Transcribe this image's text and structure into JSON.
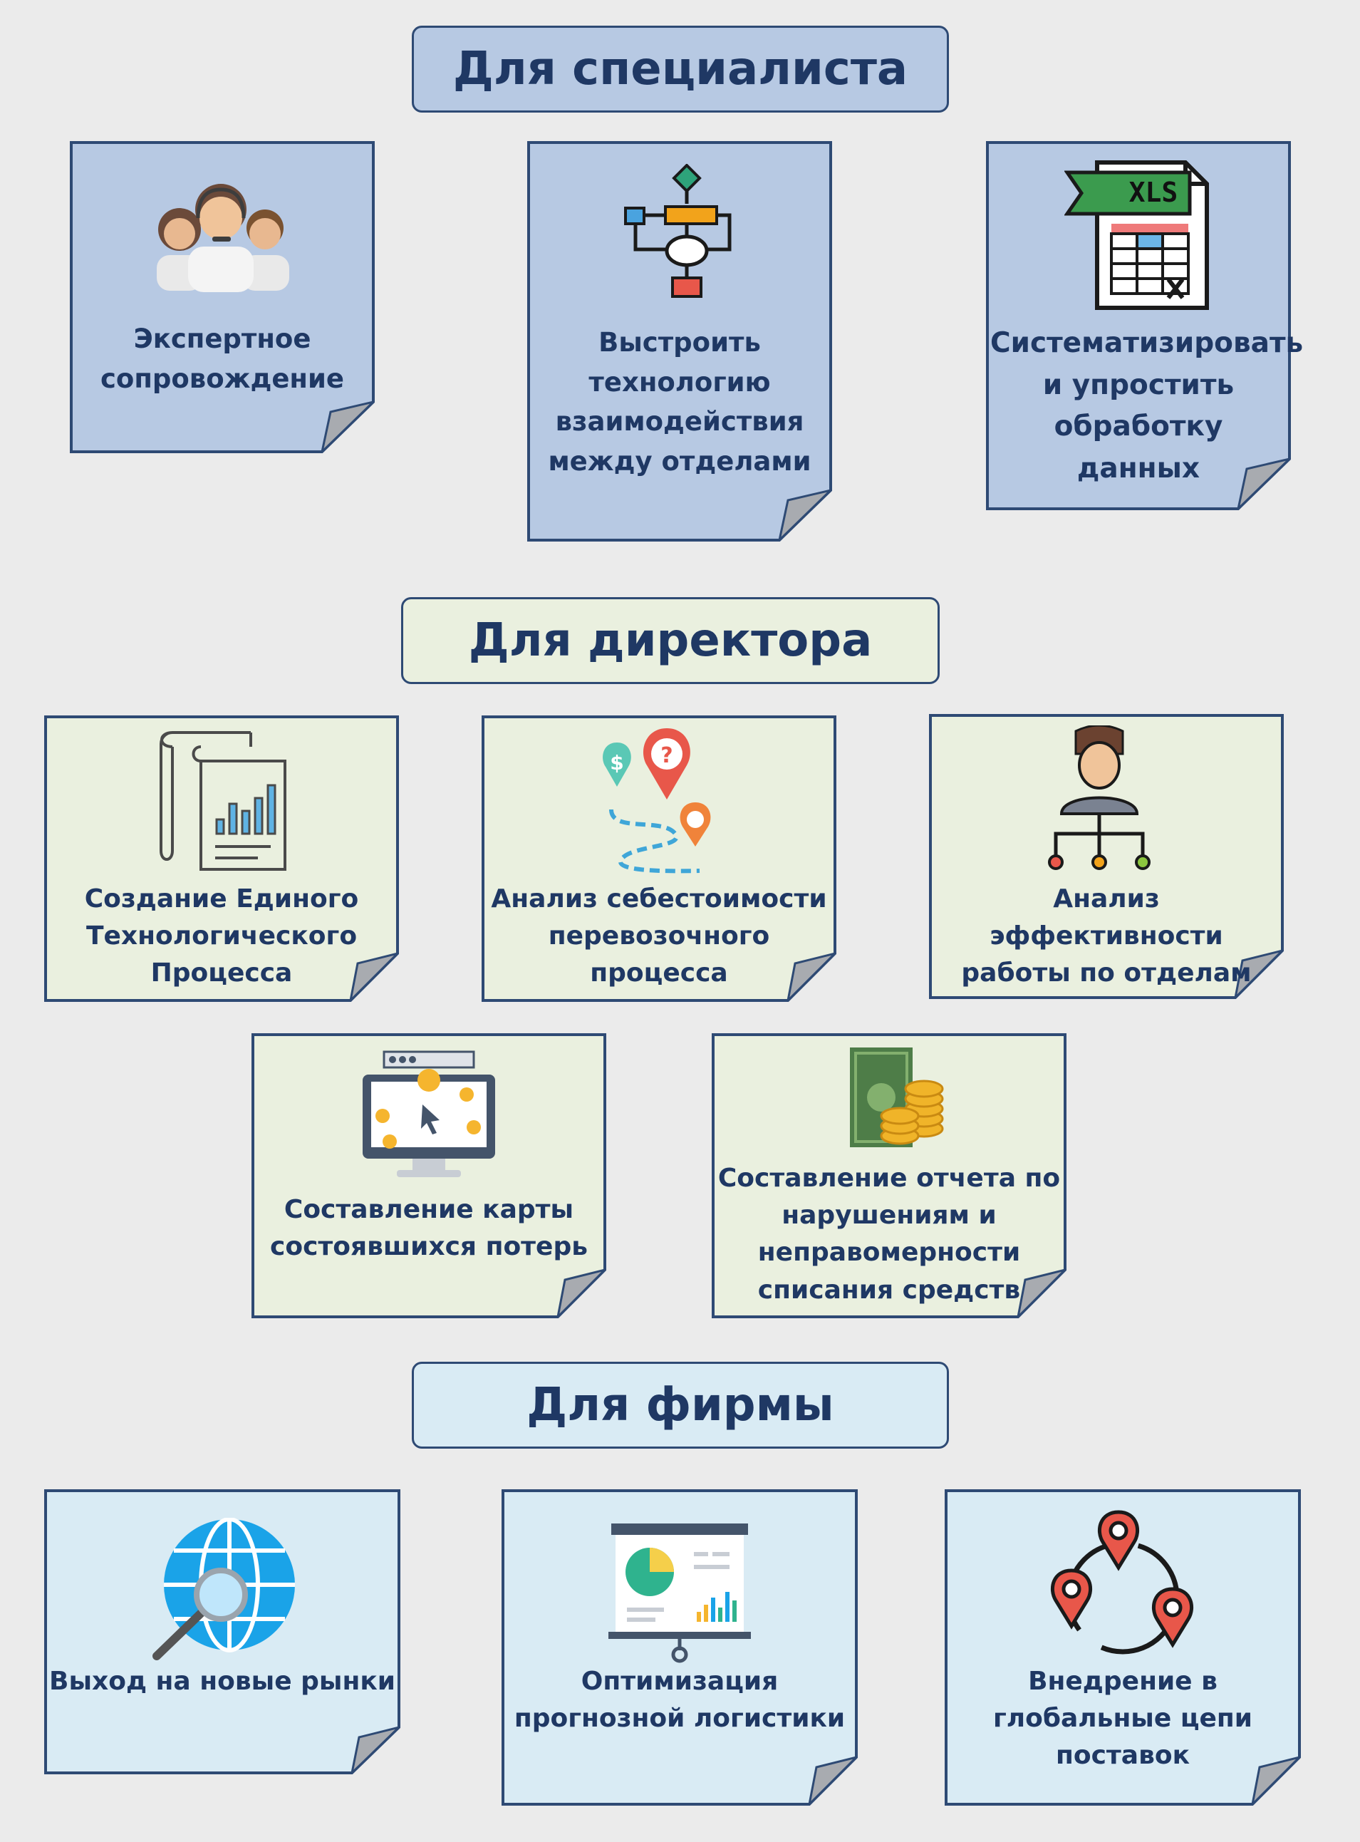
{
  "colors": {
    "background": "#ebebeb",
    "specialist_fill": "#b7c9e3",
    "director_fill": "#eaf0df",
    "firm_fill": "#d9ebf4",
    "border": "#2e4a74",
    "text": "#1f3864"
  },
  "sections": [
    {
      "heading": "Для специалиста",
      "cards": [
        {
          "label": "Экспертное\nсопровождение",
          "icon": "support-team-icon"
        },
        {
          "label": "Выстроить\nтехнологию\nвзаимодействия\nмежду отделами",
          "icon": "flowchart-icon"
        },
        {
          "label": "Систематизировать\nи упростить\nобработку данных",
          "icon": "xls-spreadsheet-icon",
          "icon_text": "XLS"
        }
      ]
    },
    {
      "heading": "Для директора",
      "cards": [
        {
          "label": "Создание Единого\nТехнологического\nПроцесса",
          "icon": "report-chart-icon"
        },
        {
          "label": "Анализ себестоимости\nперевозочного\nпроцесса",
          "icon": "route-map-icon"
        },
        {
          "label": "Анализ эффективности\nработы по отделам",
          "icon": "org-structure-icon"
        },
        {
          "label": "Составление карты\nсостоявшихся потерь",
          "icon": "monitor-coins-icon"
        },
        {
          "label": "Составление отчета по\nнарушениям и\nнеправомерности\nсписания средств",
          "icon": "money-stack-icon"
        }
      ]
    },
    {
      "heading": "Для фирмы",
      "cards": [
        {
          "label": "Выход на новые рынки",
          "icon": "globe-search-icon"
        },
        {
          "label": "Оптимизация\nпрогнозной логистики",
          "icon": "presentation-board-icon"
        },
        {
          "label": "Внедрение в\nглобальные цепи\nпоставок",
          "icon": "supply-chain-pins-icon"
        }
      ]
    }
  ]
}
